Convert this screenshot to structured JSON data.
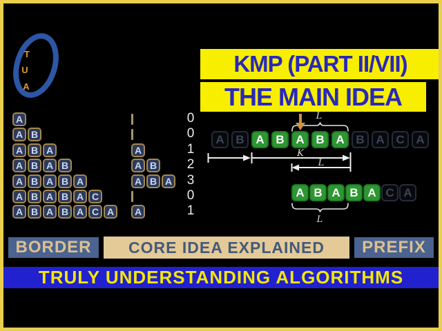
{
  "logo": {
    "ring_letter": "O",
    "letters": [
      "T",
      "U",
      "A"
    ]
  },
  "title": {
    "line1": "KMP (PART II/VII)",
    "line2": "THE MAIN IDEA"
  },
  "prefix_table": {
    "rows": [
      {
        "prefix": [
          "A"
        ],
        "border": [],
        "value": "0"
      },
      {
        "prefix": [
          "A",
          "B"
        ],
        "border": [],
        "value": "0"
      },
      {
        "prefix": [
          "A",
          "B",
          "A"
        ],
        "border": [
          "A"
        ],
        "value": "1"
      },
      {
        "prefix": [
          "A",
          "B",
          "A",
          "B"
        ],
        "border": [
          "A",
          "B"
        ],
        "value": "2"
      },
      {
        "prefix": [
          "A",
          "B",
          "A",
          "B",
          "A"
        ],
        "border": [
          "A",
          "B",
          "A"
        ],
        "value": "3"
      },
      {
        "prefix": [
          "A",
          "B",
          "A",
          "B",
          "A",
          "C"
        ],
        "border": [],
        "value": "0"
      },
      {
        "prefix": [
          "A",
          "B",
          "A",
          "B",
          "A",
          "C",
          "A"
        ],
        "border": [
          "A"
        ],
        "value": "1"
      }
    ]
  },
  "diagram": {
    "text_row": {
      "letters": [
        "A",
        "B",
        "A",
        "B",
        "A",
        "B",
        "A",
        "B",
        "A",
        "C",
        "A"
      ],
      "highlighted": [
        2,
        3,
        4,
        5,
        6
      ]
    },
    "shifted_row": {
      "letters": [
        "A",
        "B",
        "A",
        "B",
        "A",
        "C",
        "A"
      ],
      "highlighted": [
        0,
        1,
        2,
        3,
        4
      ]
    },
    "annotations": {
      "top_l": "L",
      "k": "K",
      "mid_l": "L",
      "bottom_l": "L"
    }
  },
  "footer": {
    "left_tag": "BORDER",
    "center_tag": "CORE IDEA EXPLAINED",
    "right_tag": "PREFIX"
  },
  "banner": {
    "text": "TRULY UNDERSTANDING ALGORITHMS"
  },
  "colors": {
    "background": "#000000",
    "frame": "#e9cf4d",
    "title_bg": "#f8ee00",
    "title_text": "#2828bc",
    "box_fill": "#2c3a5c",
    "box_border": "#a5894f",
    "box_letter": "#ccd8f0",
    "green_fill": "#2e9632",
    "green_border": "#1e7a24",
    "dim_letter": "#3c4454",
    "tag_bg": "#4a6390",
    "tag_text": "#dcc18f",
    "center_tag_bg": "#e4ca96",
    "center_tag_text": "#44597c",
    "banner_bg": "#2121cf",
    "banner_text": "#f4e800",
    "logo_blue": "#2d56a5",
    "logo_orange": "#dd9a35",
    "pointer_orange": "#c79544"
  }
}
